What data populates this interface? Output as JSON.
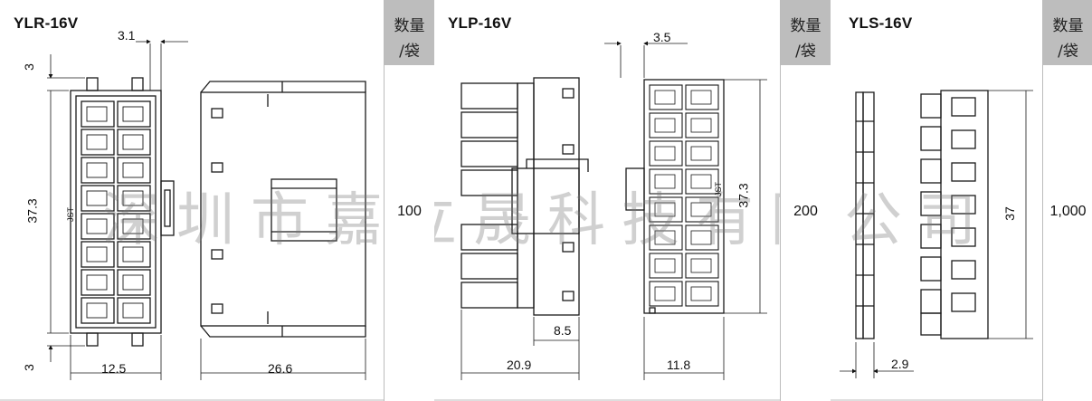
{
  "watermark": "深圳市嘉立晟科技有限公司",
  "qty_header": {
    "line1": "数量",
    "line2": "/袋"
  },
  "panels": [
    {
      "title": "YLR-16V",
      "quantity": "100",
      "dims": {
        "top_offset": "3.1",
        "left_top": "3",
        "left_height": "37.3",
        "left_bottom": "3",
        "width_front": "12.5",
        "width_side": "26.6"
      },
      "part_mark": "JST"
    },
    {
      "title": "YLP-16V",
      "quantity": "200",
      "dims": {
        "top_offset": "3.5",
        "height": "37.3",
        "tab": "8.5",
        "width_side": "20.9",
        "width_front": "11.8"
      },
      "part_mark": "JST"
    },
    {
      "title": "YLS-16V",
      "quantity": "1,000",
      "dims": {
        "height": "37",
        "width": "2.9"
      }
    }
  ],
  "colors": {
    "line": "#1a1a1a",
    "header_bg": "#bdbdbd",
    "watermark": "#8a8a8a"
  }
}
